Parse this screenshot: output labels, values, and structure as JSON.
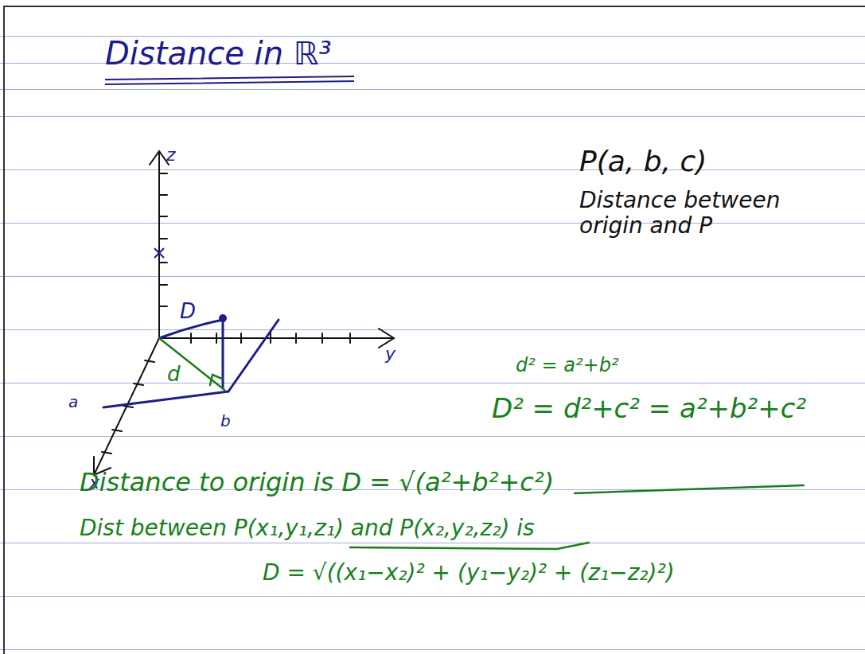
{
  "diagram": {
    "title": "Distance in ℝ³",
    "labels": [
      "z",
      "y",
      "x",
      "a",
      "b",
      "D",
      "d",
      "P(a, b, c)",
      "Distance between origin and P",
      "d² = a²+b²",
      "D² = d²+c² = a²+b²+c²",
      "Distance to origin is D = √(a²+b²+c²)",
      "Dist between P(x₁,y₁,z₁) and P(x₂,y₂,z₂) is",
      "D = √((x₁−x₂)² + (y₁−y₂)² + (z₁−z₂)²)"
    ]
  }
}
